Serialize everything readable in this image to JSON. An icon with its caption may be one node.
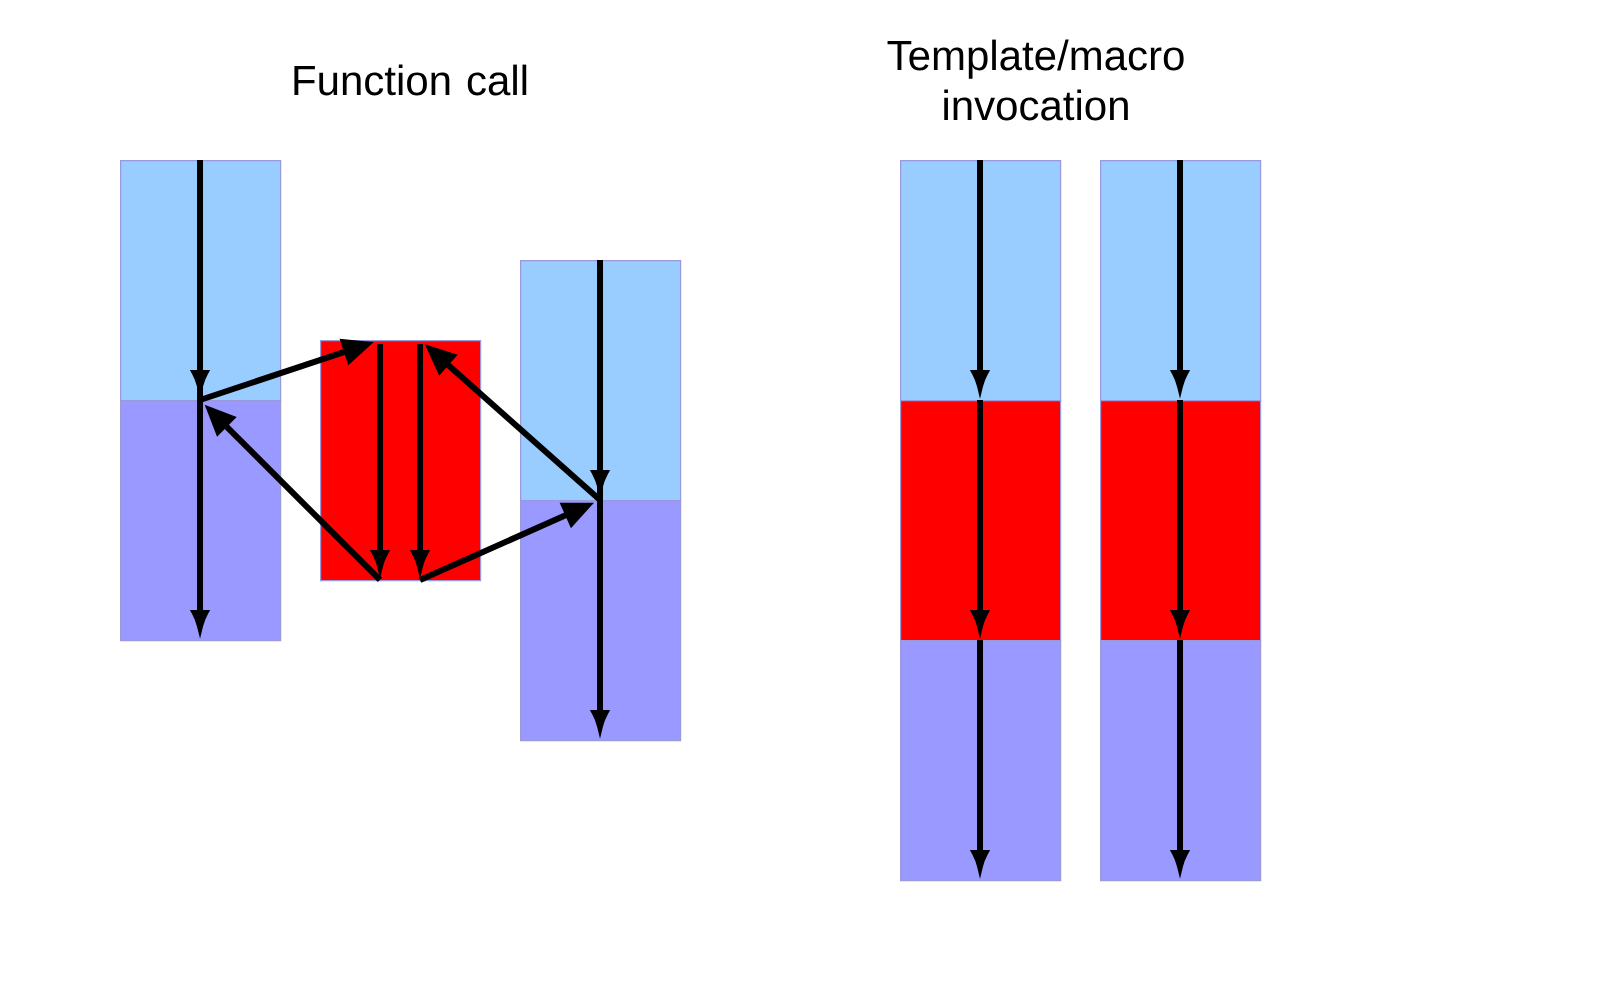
{
  "diagram": {
    "nodes": [
      {
        "text": [],
        "shape": "box"
      },
      {
        "text": [],
        "shape": "box"
      },
      {
        "text": [],
        "shape": "box"
      },
      {
        "text": [],
        "shape": "box"
      },
      {
        "text": [],
        "shape": "box"
      },
      {
        "text": [],
        "shape": "box"
      },
      {
        "text": [],
        "shape": "box"
      },
      {
        "text": [],
        "shape": "box"
      },
      {
        "text": [],
        "shape": "box"
      },
      {
        "text": [],
        "shape": "box"
      },
      {
        "text": [],
        "shape": "box"
      }
    ],
    "edges": [
      {
        "from": 0,
        "to": 1,
        "arrow": "to"
      },
      {
        "from": 0,
        "to": 2,
        "arrow": "to"
      },
      {
        "from": 2,
        "to": 1,
        "arrow": "to"
      },
      {
        "from": 3,
        "to": 2,
        "arrow": "to"
      },
      {
        "from": 2,
        "to": 4,
        "arrow": "to"
      },
      {
        "from": 3,
        "to": 4,
        "arrow": "to"
      },
      {
        "from": 5,
        "to": 6,
        "arrow": "to"
      },
      {
        "from": 6,
        "to": 7,
        "arrow": "to"
      },
      {
        "from": 8,
        "to": 9,
        "arrow": "to"
      },
      {
        "from": 9,
        "to": 10,
        "arrow": "to"
      }
    ],
    "labels": [
      "Function call",
      "Template/macro invocation"
    ]
  }
}
